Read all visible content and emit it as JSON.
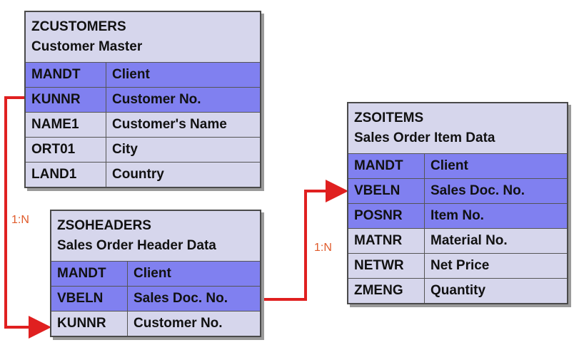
{
  "entities": {
    "customers": {
      "name": "ZCUSTOMERS",
      "description": "Customer Master",
      "fields": [
        {
          "field": "MANDT",
          "label": "Client",
          "key": true
        },
        {
          "field": "KUNNR",
          "label": "Customer No.",
          "key": true
        },
        {
          "field": "NAME1",
          "label": "Customer's Name",
          "key": false
        },
        {
          "field": "ORT01",
          "label": "City",
          "key": false
        },
        {
          "field": "LAND1",
          "label": "Country",
          "key": false
        }
      ]
    },
    "soheaders": {
      "name": "ZSOHEADERS",
      "description": "Sales Order Header Data",
      "fields": [
        {
          "field": "MANDT",
          "label": "Client",
          "key": true
        },
        {
          "field": "VBELN",
          "label": "Sales Doc. No.",
          "key": true
        },
        {
          "field": "KUNNR",
          "label": "Customer No.",
          "key": false
        }
      ]
    },
    "soitems": {
      "name": "ZSOITEMS",
      "description": "Sales Order Item Data",
      "fields": [
        {
          "field": "MANDT",
          "label": "Client",
          "key": true
        },
        {
          "field": "VBELN",
          "label": "Sales Doc. No.",
          "key": true
        },
        {
          "field": "POSNR",
          "label": "Item No.",
          "key": true
        },
        {
          "field": "MATNR",
          "label": "Material No.",
          "key": false
        },
        {
          "field": "NETWR",
          "label": "Net Price",
          "key": false
        },
        {
          "field": "ZMENG",
          "label": "Quantity",
          "key": false
        }
      ]
    }
  },
  "relationships": [
    {
      "from": "ZCUSTOMERS.KUNNR",
      "to": "ZSOHEADERS.KUNNR",
      "cardinality": "1:N"
    },
    {
      "from": "ZSOHEADERS.VBELN",
      "to": "ZSOITEMS.VBELN",
      "cardinality": "1:N"
    }
  ],
  "colors": {
    "key_field": "#8080f0",
    "table_body": "#d6d6ec",
    "arrow": "#e02020",
    "cardinality_text": "#e05a2a"
  }
}
